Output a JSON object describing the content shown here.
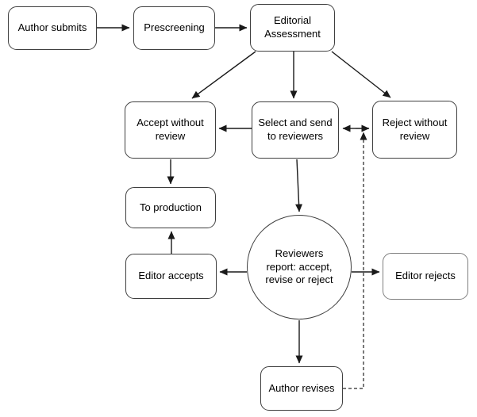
{
  "diagram": {
    "nodes": {
      "author_submits": "Author submits",
      "prescreening": "Prescreening",
      "editorial_assessment": "Editorial Assessment",
      "accept_without_review": "Accept without review",
      "select_and_send": "Select and send to reviewers",
      "reject_without_review": "Reject without review",
      "to_production": "To production",
      "editor_accepts": "Editor accepts",
      "reviewers_report": "Reviewers report: accept, revise or reject",
      "editor_rejects": "Editor rejects",
      "author_revises": "Author revises"
    },
    "colors": {
      "background": "#ffffff",
      "node_border": "#3f3f3f",
      "editor_rejects_border": "#7f7f7f",
      "connector": "#1a1a1a",
      "dashed_connector": "#4d4d4d",
      "text": "#000000"
    }
  }
}
